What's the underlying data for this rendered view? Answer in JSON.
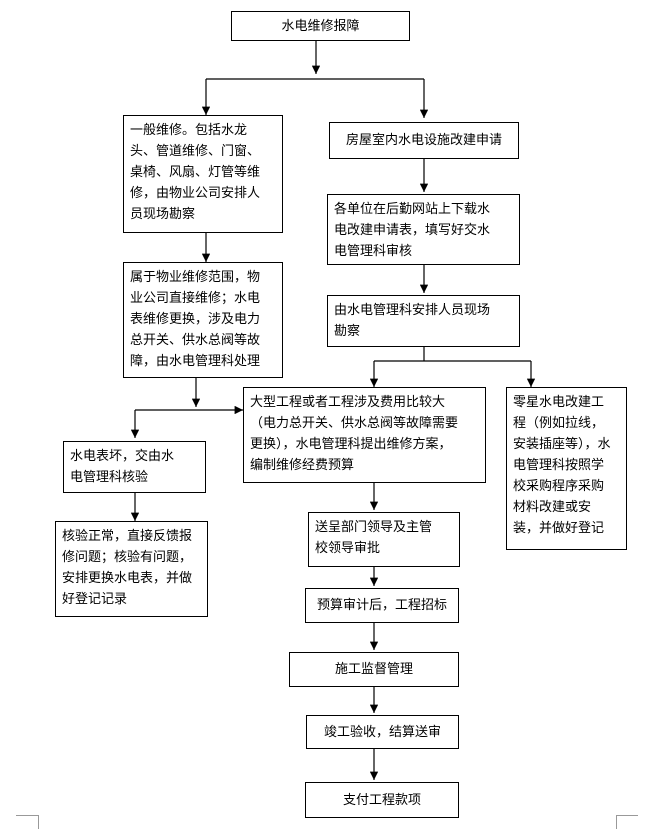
{
  "flowchart": {
    "start": "水电维修报障",
    "general_repair": "一般维修。包括水龙\n头、管道维修、门窗、\n桌椅、风扇、灯管等维\n修，由物业公司安排人\n员现场勘察",
    "renovation_apply": "房屋室内水电设施改建申请",
    "download_form": "各单位在后勤网站上下载水\n电改建申请表，填写好交水\n电管理科审核",
    "property_scope": "属于物业维修范围，物\n业公司直接维修；水电\n表维修更换，涉及电力\n总开关、供水总阀等故\n障，由水电管理科处理",
    "survey": "由水电管理科安排人员现场\n勘察",
    "large_project": "大型工程或者工程涉及费用比较大\n（电力总开关、供水总阀等故障需要\n更换），水电管理科提出维修方案，\n编制维修经费预算",
    "small_renovation": "零星水电改建工\n程（例如拉线，\n安装插座等），水\n电管理科按照学\n校采购程序采购\n材料改建或安\n装，并做好登记",
    "meter_broken": "水电表坏，交由水\n电管理科核验",
    "verify_result": "核验正常，直接反馈报\n修问题；核验有问题，\n安排更换水电表，并做\n好登记记录",
    "submit_leaders": "送呈部门领导及主管\n校领导审批",
    "tender": "预算审计后，工程招标",
    "supervision": "施工监督管理",
    "acceptance": "竣工验收，结算送审",
    "payment": "支付工程款项"
  }
}
